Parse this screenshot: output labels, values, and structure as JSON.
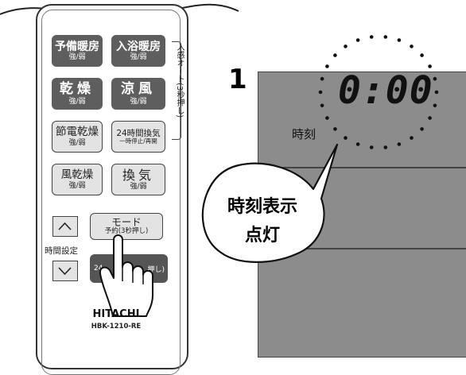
{
  "remote": {
    "buttons": [
      {
        "label": "予備暖房",
        "sub": "強/弱"
      },
      {
        "label": "入浴暖房",
        "sub": "強/弱"
      },
      {
        "label": "乾燥",
        "sub": "強/弱"
      },
      {
        "label": "涼風",
        "sub": "強/弱"
      },
      {
        "label": "節電乾燥",
        "sub": "強/弱"
      },
      {
        "label": "24時間換気",
        "sub": "一時停止/再開"
      },
      {
        "label": "風乾燥",
        "sub": "強/弱"
      },
      {
        "label": "換気",
        "sub": "強/弱"
      }
    ],
    "side_label": "入感オート(3秒押し)",
    "time_set_label": "時間設定",
    "mode_button": {
      "label": "モード",
      "sub": "予約(3秒押し)"
    },
    "dark_button_prefix": "24",
    "dark_button_suffix": "押し)",
    "brand": "HITACHI",
    "model": "HBK-1210-RE"
  },
  "display": {
    "step_number": "1",
    "clock_value": "0:00",
    "clock_label": "時刻",
    "callout_line1": "時刻表示",
    "callout_line2": "点灯"
  },
  "colors": {
    "button_fill": "#5e5e5e",
    "panel_fill": "#8c8c8c"
  }
}
